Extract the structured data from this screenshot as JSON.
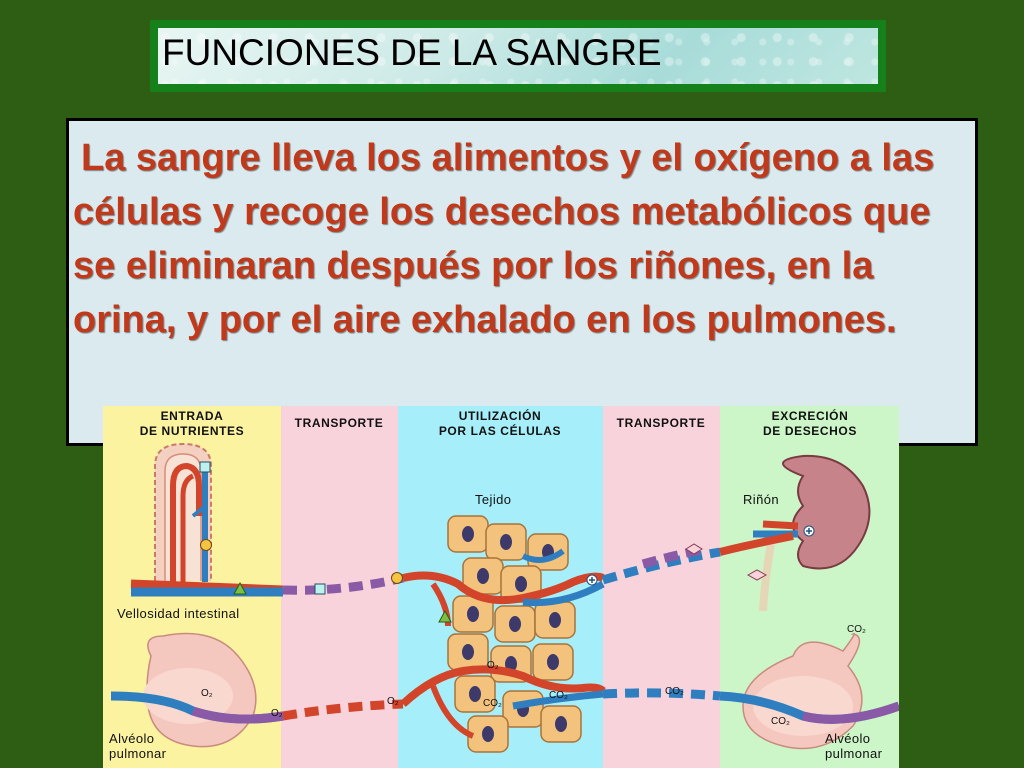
{
  "slide": {
    "title": "FUNCIONES DE LA SANGRE",
    "body": "La sangre lleva los alimentos y el oxígeno a las células y recoge los desechos metabólicos que se eliminaran después por los riñones, en la orina, y por el aire exhalado en los pulmones."
  },
  "diagram": {
    "columns": [
      {
        "line1": "ENTRADA",
        "line2": "DE NUTRIENTES",
        "color": "#fbf3a0"
      },
      {
        "line1": "TRANSPORTE",
        "line2": "",
        "color": "#f9d3dc"
      },
      {
        "line1": "UTILIZACIÓN",
        "line2": "POR LAS CÉLULAS",
        "color": "#a6effa"
      },
      {
        "line1": "TRANSPORTE",
        "line2": "",
        "color": "#f9d3dc"
      },
      {
        "line1": "EXCRECIÓN",
        "line2": "DE DESECHOS",
        "color": "#ccf5c8"
      }
    ],
    "labels": {
      "tejido": "Tejido",
      "rinon": "Riñón",
      "vellosidad": "Vellosidad intestinal",
      "alveolo_left_1": "Alvéolo",
      "alveolo_left_2": "pulmonar",
      "alveolo_right_1": "Alvéolo",
      "alveolo_right_2": "pulmonar"
    },
    "gases": {
      "o2": "O₂",
      "co2": "CO₂"
    },
    "vessel_colors": {
      "artery": "#d3452a",
      "vein": "#2f7fc0",
      "mixed": "#8a5aa6"
    }
  }
}
